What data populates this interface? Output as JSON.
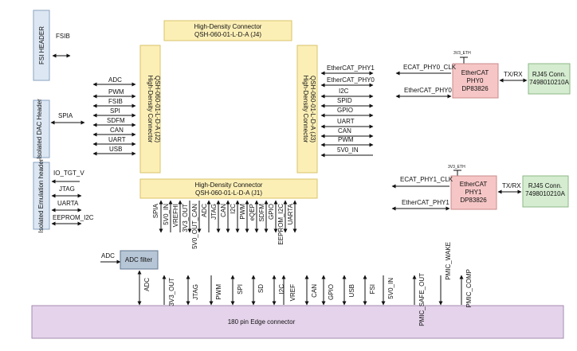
{
  "blocks": {
    "fsi_header": "FSI HEADER",
    "dac_header": "Isolated DAC Header",
    "emulation_header": "Isolated Emulation header",
    "j4": [
      "High-Density Connector",
      "QSH-060-01-L-D-A (J4)"
    ],
    "j2": [
      "High-Density Connector",
      "QSH-060-01-L-D-A (J2)"
    ],
    "j3": [
      "High-Density Connector",
      "QSH-060-01-L-D-A (J3)"
    ],
    "j1": [
      "High-Density Connector",
      "QSH-060-01-L-D-A (J1)"
    ],
    "phy0": [
      "EtherCAT",
      "PHY0",
      "DP83826"
    ],
    "phy1": [
      "EtherCAT",
      "PHY1",
      "DP83826"
    ],
    "rj45_0": [
      "RJ45 Conn.",
      "7498010210A"
    ],
    "rj45_1": [
      "RJ45 Conn.",
      "7498010210A"
    ],
    "adc_filter": "ADC filter",
    "edge_connector": "180 pin Edge connector"
  },
  "signals": {
    "fsib": "FSIB",
    "spia": "SPIA",
    "emulation": [
      "IO_TGT_V",
      "JTAG",
      "UARTA",
      "EEPROM_I2C"
    ],
    "j2_left": [
      "ADC",
      "PWM",
      "FSIB",
      "SPI",
      "SDFM",
      "CAN",
      "UART",
      "USB"
    ],
    "j3_right": [
      "EtherCAT_PHY1",
      "EtherCAT_PHY0",
      "I2C",
      "SPID",
      "GPIO",
      "UART",
      "CAN",
      "PWM",
      "5V0_IN"
    ],
    "j1_bottom": [
      "SPIA",
      "5V0_IN",
      "VREFHI",
      "3V3_OUT",
      "5V0_OUT_CAN",
      "ADC",
      "JTAG",
      "CAN",
      "I2C",
      "PWM",
      "eQEP",
      "SDFM",
      "GPIO",
      "EEPROM_I2C",
      "UARTA"
    ],
    "phy0_clk": "ECAT_PHY0_CLK",
    "phy0_sig": "EtherCAT_PHY0",
    "phy1_clk": "ECAT_PHY1_CLK",
    "phy1_sig": "EtherCAT_PHY1",
    "txrx": "TX/RX",
    "eth_supply": "3V3_ETH",
    "adc_in": "ADC",
    "edge_signals": [
      "ADC",
      "3V3_OUT",
      "JTAG",
      "PWM",
      "SPI",
      "SD",
      "I2C",
      "VREF",
      "CAN",
      "GPIO",
      "USB",
      "FSI",
      "5V0_IN",
      "PMIC_SAFE_OUT",
      "PMIC_WAKE",
      "PMIC_COMP"
    ]
  },
  "colors": {
    "connector_fill": "#fcefb6",
    "connector_stroke": "#d9c36a",
    "phy_fill": "#f6c6c6",
    "phy_stroke": "#c98b8b",
    "rj45_fill": "#d5ecd0",
    "rj45_stroke": "#8cb886",
    "header_fill": "#dce7f3",
    "header_stroke": "#8aa3c0",
    "filter_fill": "#b7c6d6",
    "filter_stroke": "#5f7690",
    "edge_fill": "#e4d3ea",
    "edge_stroke": "#a48bb0"
  }
}
